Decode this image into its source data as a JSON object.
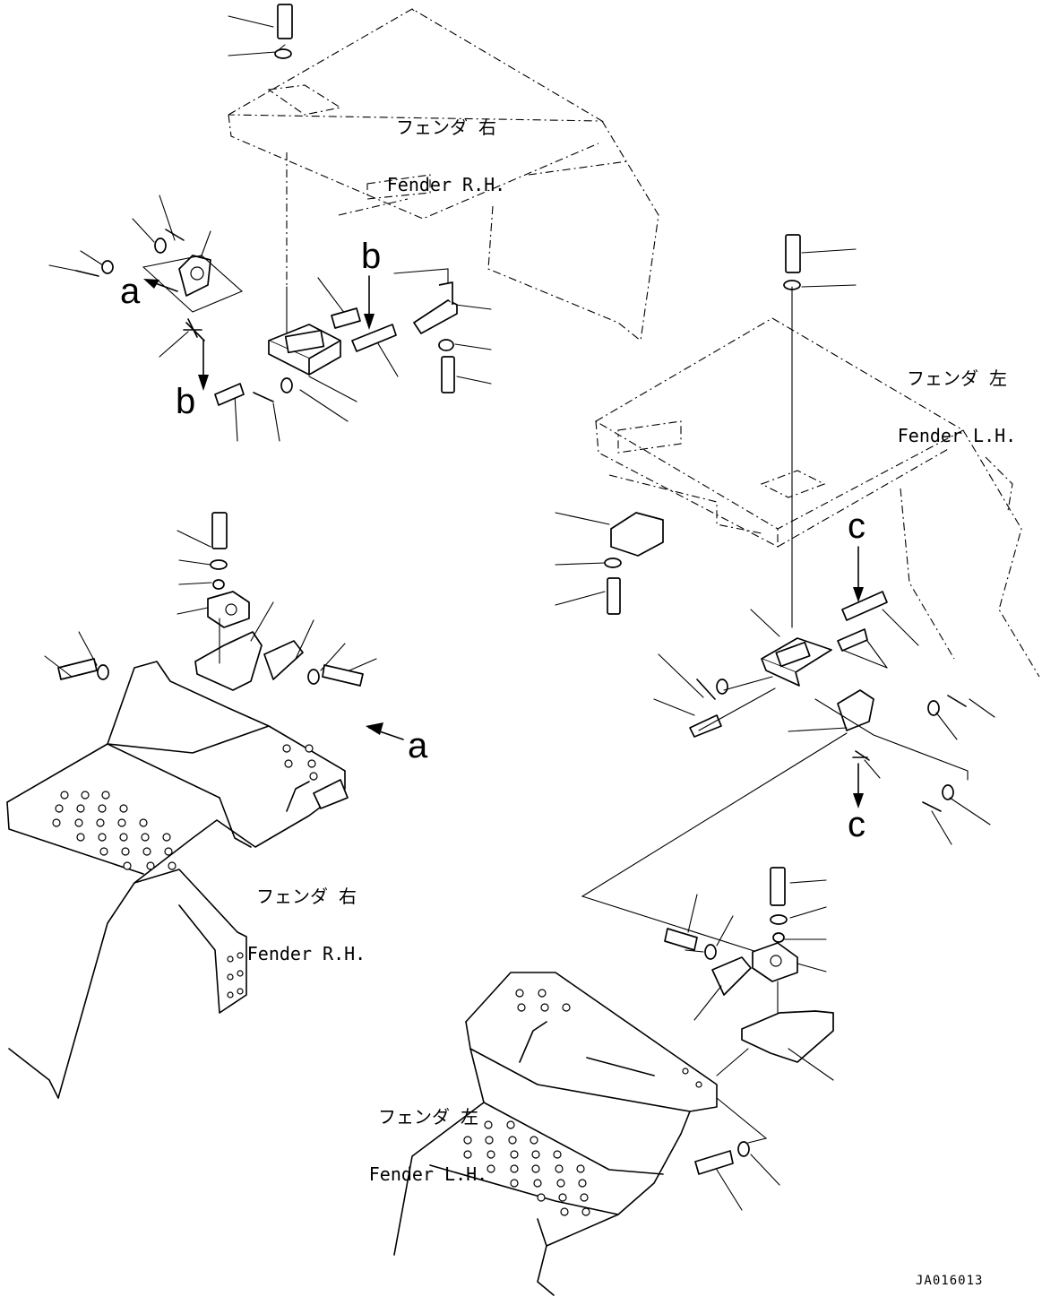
{
  "figure_code": "JA016013",
  "callouts": [
    {
      "id": "fender-rh-top",
      "jp": "フェンダ 右",
      "en": "Fender R.H."
    },
    {
      "id": "fender-lh-top",
      "jp": "フェンダ 左",
      "en": "Fender L.H."
    },
    {
      "id": "fender-rh-bottom",
      "jp": "フェンダ 右",
      "en": "Fender R.H."
    },
    {
      "id": "fender-lh-bottom",
      "jp": "フェンダ 左",
      "en": "Fender L.H."
    }
  ],
  "view_markers": {
    "a": "a",
    "b": "b",
    "c": "c"
  }
}
